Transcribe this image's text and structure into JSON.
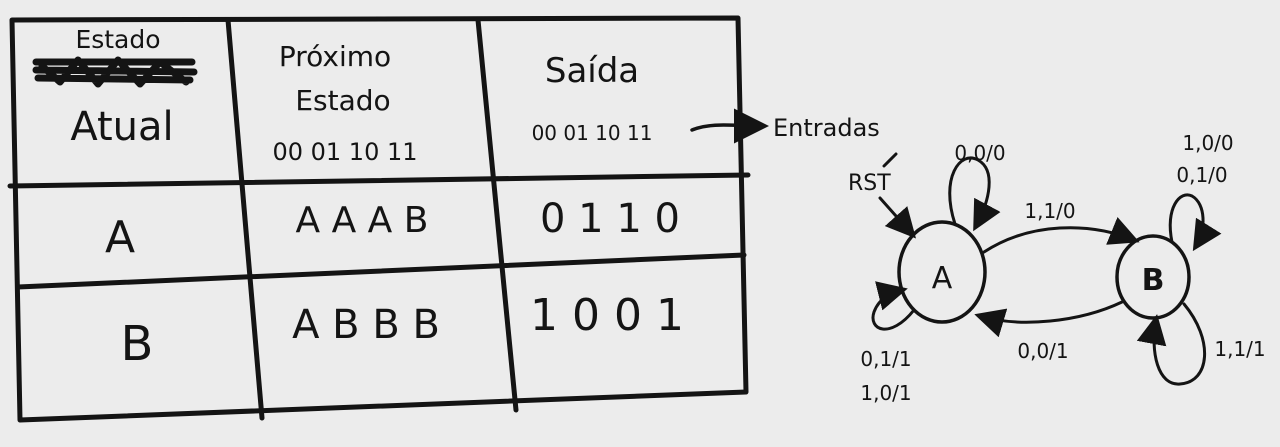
{
  "table": {
    "headers": {
      "estado_atual": {
        "line1": "Estado",
        "line2": "Atual"
      },
      "proximo_estado": {
        "line1": "Próximo",
        "line2": "Estado",
        "inputs": "00 01 10 11"
      },
      "saida": {
        "title": "Saída",
        "inputs": "00 01 10 11"
      }
    },
    "rows": [
      {
        "state": "A",
        "next": "A A A B",
        "output": "0 1 1 0"
      },
      {
        "state": "B",
        "next": "A B B B",
        "output": "1 0 0 1"
      }
    ],
    "inputs_annotation": "Entradas"
  },
  "diagram": {
    "states": [
      {
        "name": "A"
      },
      {
        "name": "B"
      }
    ],
    "reset_label": "RST",
    "transitions": {
      "a_self_top": "0,0/0",
      "a_to_b": "1,1/0",
      "b_self_top": [
        "1,0/0",
        "0,1/0"
      ],
      "b_to_a": "0,0/1",
      "a_self_bottom": [
        "0,1/1",
        "1,0/1"
      ],
      "b_self_bottom": "1,1/1"
    }
  }
}
